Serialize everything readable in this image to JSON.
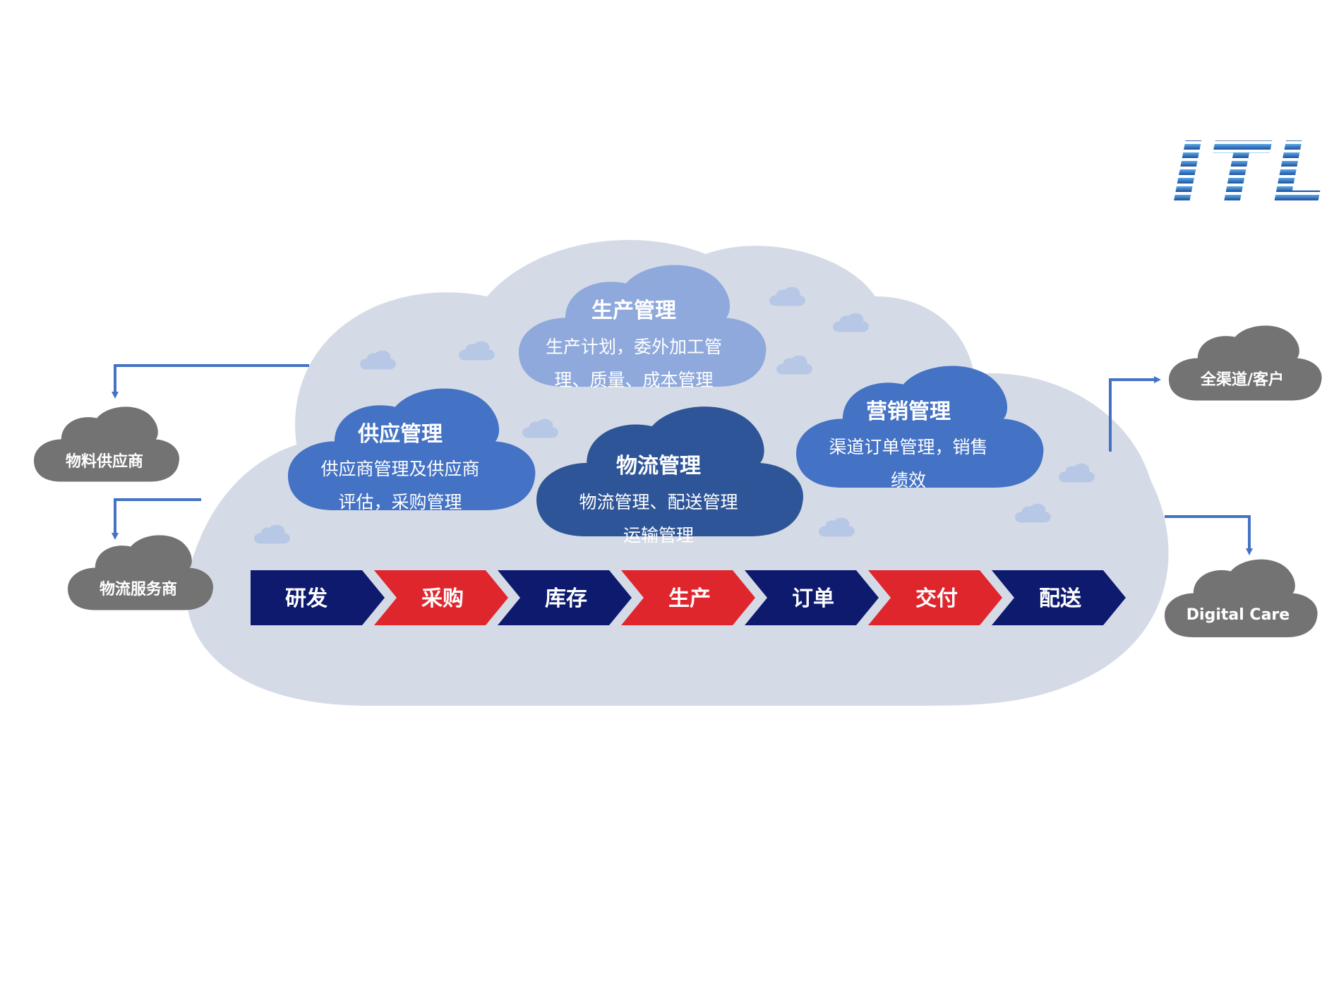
{
  "logo": {
    "text": "ITL",
    "color": "#1f6fbf"
  },
  "colors": {
    "big_cloud": "#d5dbe6",
    "small_clouds": "#b7c8e6",
    "arrow": "#4472c4",
    "gray_cloud": "#737373",
    "step_navy": "#0d1a6e",
    "step_red": "#e0262d"
  },
  "clouds": {
    "production": {
      "title": "生产管理",
      "lines": [
        "生产计划，委外加工管",
        "理、质量、成本管理"
      ],
      "color": "#8fa9dc"
    },
    "supply": {
      "title": "供应管理",
      "lines": [
        "供应商管理及供应商",
        "评估，采购管理"
      ],
      "color": "#4472c4"
    },
    "logistics": {
      "title": "物流管理",
      "lines": [
        "物流管理、配送管理",
        "运输管理"
      ],
      "color": "#2e5597"
    },
    "marketing": {
      "title": "营销管理",
      "lines": [
        "渠道订单管理，销售",
        "绩效"
      ],
      "color": "#4472c4"
    }
  },
  "external": {
    "material_supplier": "物料供应商",
    "logistics_provider": "物流服务商",
    "omnichannel": "全渠道/客户",
    "digital_care": "Digital Care"
  },
  "process_steps": [
    {
      "label": "研发",
      "color": "navy"
    },
    {
      "label": "采购",
      "color": "red"
    },
    {
      "label": "库存",
      "color": "navy"
    },
    {
      "label": "生产",
      "color": "red"
    },
    {
      "label": "订单",
      "color": "navy"
    },
    {
      "label": "交付",
      "color": "red"
    },
    {
      "label": "配送",
      "color": "navy"
    }
  ]
}
